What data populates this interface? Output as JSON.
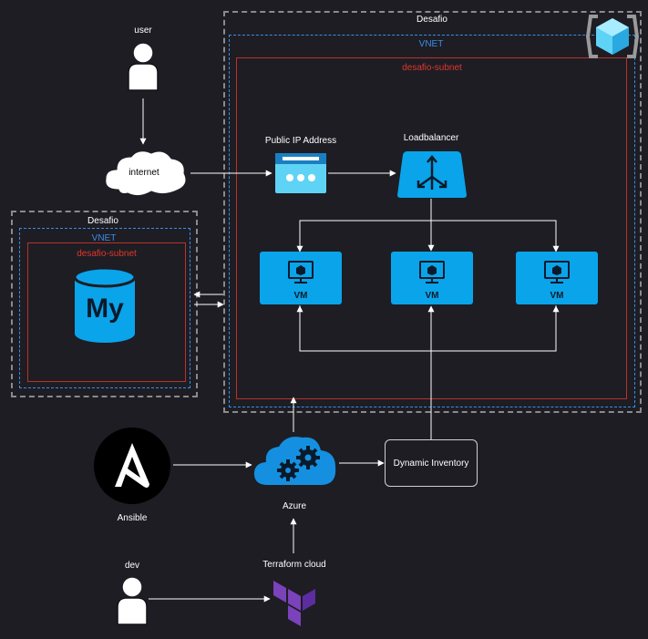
{
  "main_resource_group": {
    "title": "Desafio",
    "vnet_label": "VNET",
    "subnet_label": "desafio-subnet"
  },
  "db_resource_group": {
    "title": "Desafio",
    "vnet_label": "VNET",
    "subnet_label": "desafio-subnet",
    "db_icon_text": "My"
  },
  "nodes": {
    "user": "user",
    "internet": "internet",
    "public_ip": "Public IP Address",
    "loadbalancer": "Loadbalancer",
    "vm_label": "VM",
    "ansible": "Ansible",
    "azure": "Azure",
    "dynamic_inventory": "Dynamic Inventory",
    "dev": "dev",
    "terraform": "Terraform cloud"
  },
  "colors": {
    "background": "#1e1d24",
    "vm_fill": "#0aa4ea",
    "azure_cloud": "#1590e0",
    "terraform": "#7b42bc",
    "subnet_border": "#b8322a",
    "vnet_border": "#3a8ee6",
    "group_border": "#8a8a8a"
  },
  "icons": {
    "resource_group": "resource-group-icon",
    "mysql": "mysql-database-icon",
    "ansible": "ansible-logo-icon",
    "terraform": "terraform-logo-icon",
    "azure": "azure-cloud-gears-icon",
    "loadbalancer": "load-balancer-icon",
    "public_ip": "public-ip-icon",
    "vm": "virtual-machine-icon",
    "person": "person-icon",
    "cloud": "internet-cloud-icon"
  }
}
